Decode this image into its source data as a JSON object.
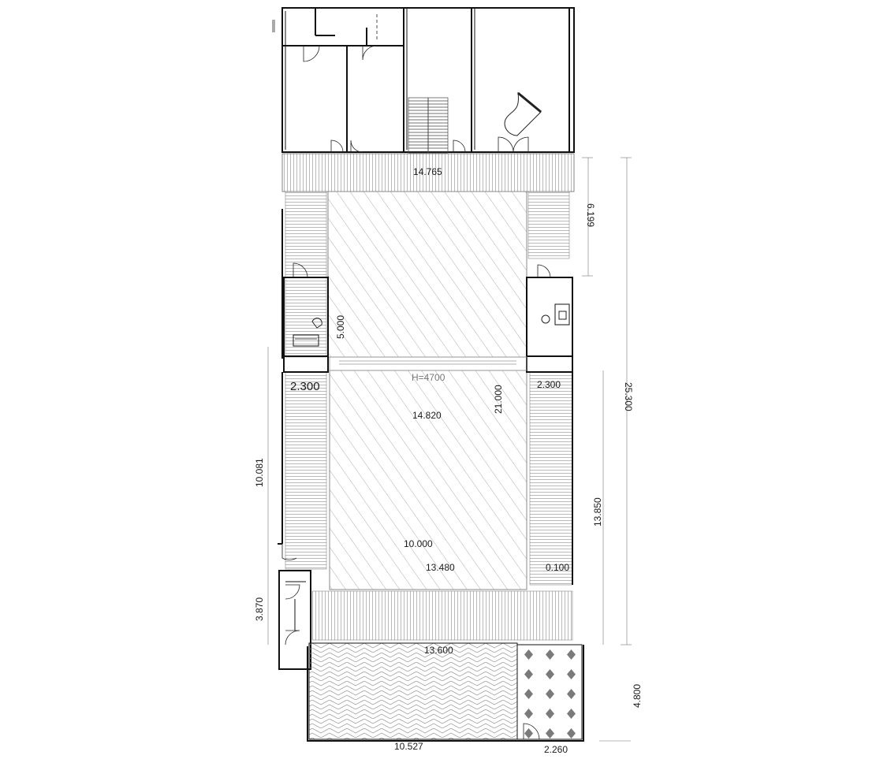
{
  "plan": {
    "dimensions": {
      "d1": "14.765",
      "d2": "6.199",
      "d3": "5.000",
      "d4": "H=4700",
      "d5": "2.300",
      "d6": "2.300",
      "d7": "25.300",
      "d8": "14.820",
      "d9": "21.000",
      "d10": "10.081",
      "d11": "13.850",
      "d12": "10.000",
      "d13": "13.480",
      "d14": "0.100",
      "d15": "3.870",
      "d16": "13.600",
      "d17": "4.800",
      "d18": "10.527",
      "d19": "2.260"
    },
    "colors": {
      "wall": "#111111",
      "hatch": "#9a9a9a",
      "decking": "#8c8c8c",
      "tile": "#7a7a7a"
    }
  }
}
